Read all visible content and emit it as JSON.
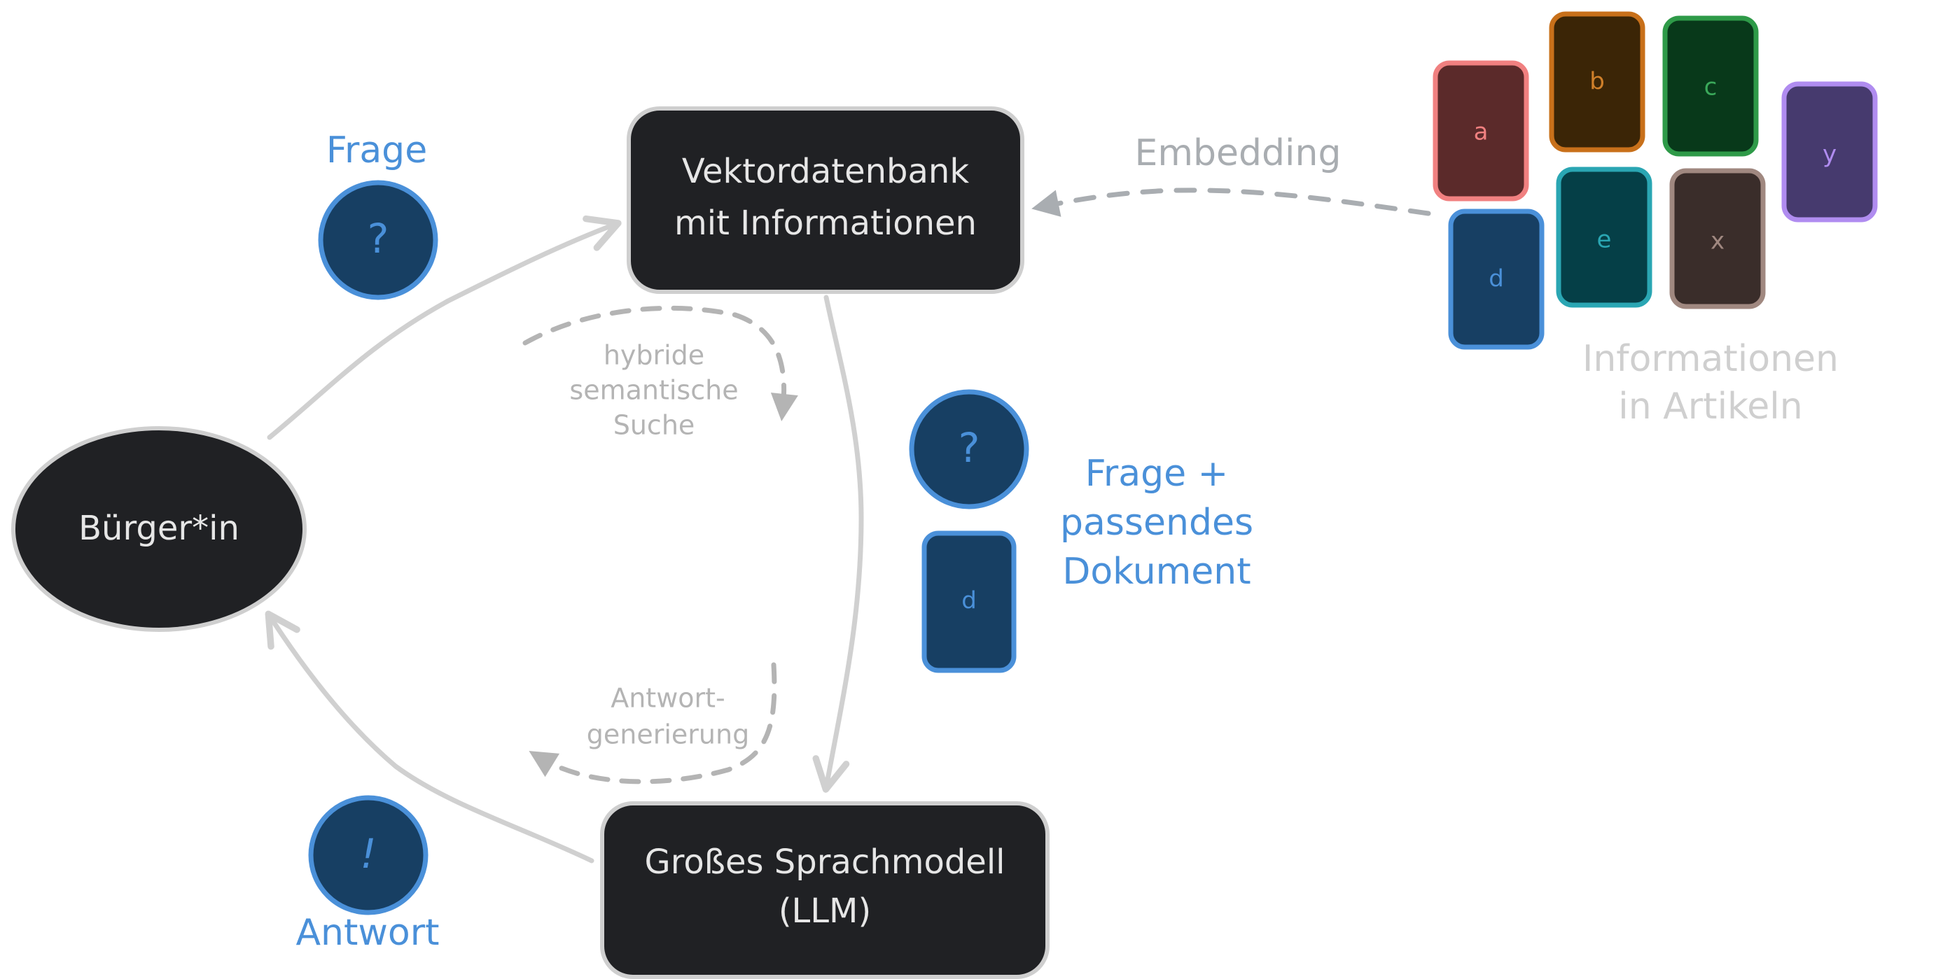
{
  "nodes": {
    "citizen": "Bürger*in",
    "vector_db": [
      "Vektordatenbank",
      "mit Informationen"
    ],
    "llm": [
      "Großes Sprachmodell",
      "(LLM)"
    ]
  },
  "labels": {
    "frage": "Frage",
    "antwort": "Antwort",
    "frage_doc": [
      "Frage +",
      "passendes",
      "Dokument"
    ],
    "embedding": "Embedding",
    "hybrid_search": [
      "hybride",
      "semantische",
      "Suche"
    ],
    "answer_gen": [
      "Antwort-",
      "generierung"
    ],
    "info_articles": [
      "Informationen",
      "in Artikeln"
    ]
  },
  "glyphs": {
    "question": "?",
    "exclamation": "!",
    "doc": "d"
  },
  "articles": [
    {
      "letter": "a",
      "fill": "#5b2a2a",
      "stroke": "#f08080",
      "text": "#f08080"
    },
    {
      "letter": "b",
      "fill": "#3b2506",
      "stroke": "#c8701a",
      "text": "#d0802a"
    },
    {
      "letter": "c",
      "fill": "#08391a",
      "stroke": "#2e9a48",
      "text": "#3aa85a"
    },
    {
      "letter": "y",
      "fill": "#463a6e",
      "stroke": "#b08cf0",
      "text": "#b08cf0"
    },
    {
      "letter": "d",
      "fill": "#173f63",
      "stroke": "#4a90d9",
      "text": "#4a90d9"
    },
    {
      "letter": "e",
      "fill": "#053f47",
      "stroke": "#2aa6b3",
      "text": "#2aa6b3"
    },
    {
      "letter": "x",
      "fill": "#3a2d2a",
      "stroke": "#a08880",
      "text": "#a08880"
    }
  ],
  "colors": {
    "node_fill": "#202124",
    "node_stroke": "#cfcfcf",
    "circle_fill": "#173f63",
    "accent_blue": "#4a90d9",
    "arrow": "#d0d0d0",
    "dashed": "#a9adb1"
  }
}
